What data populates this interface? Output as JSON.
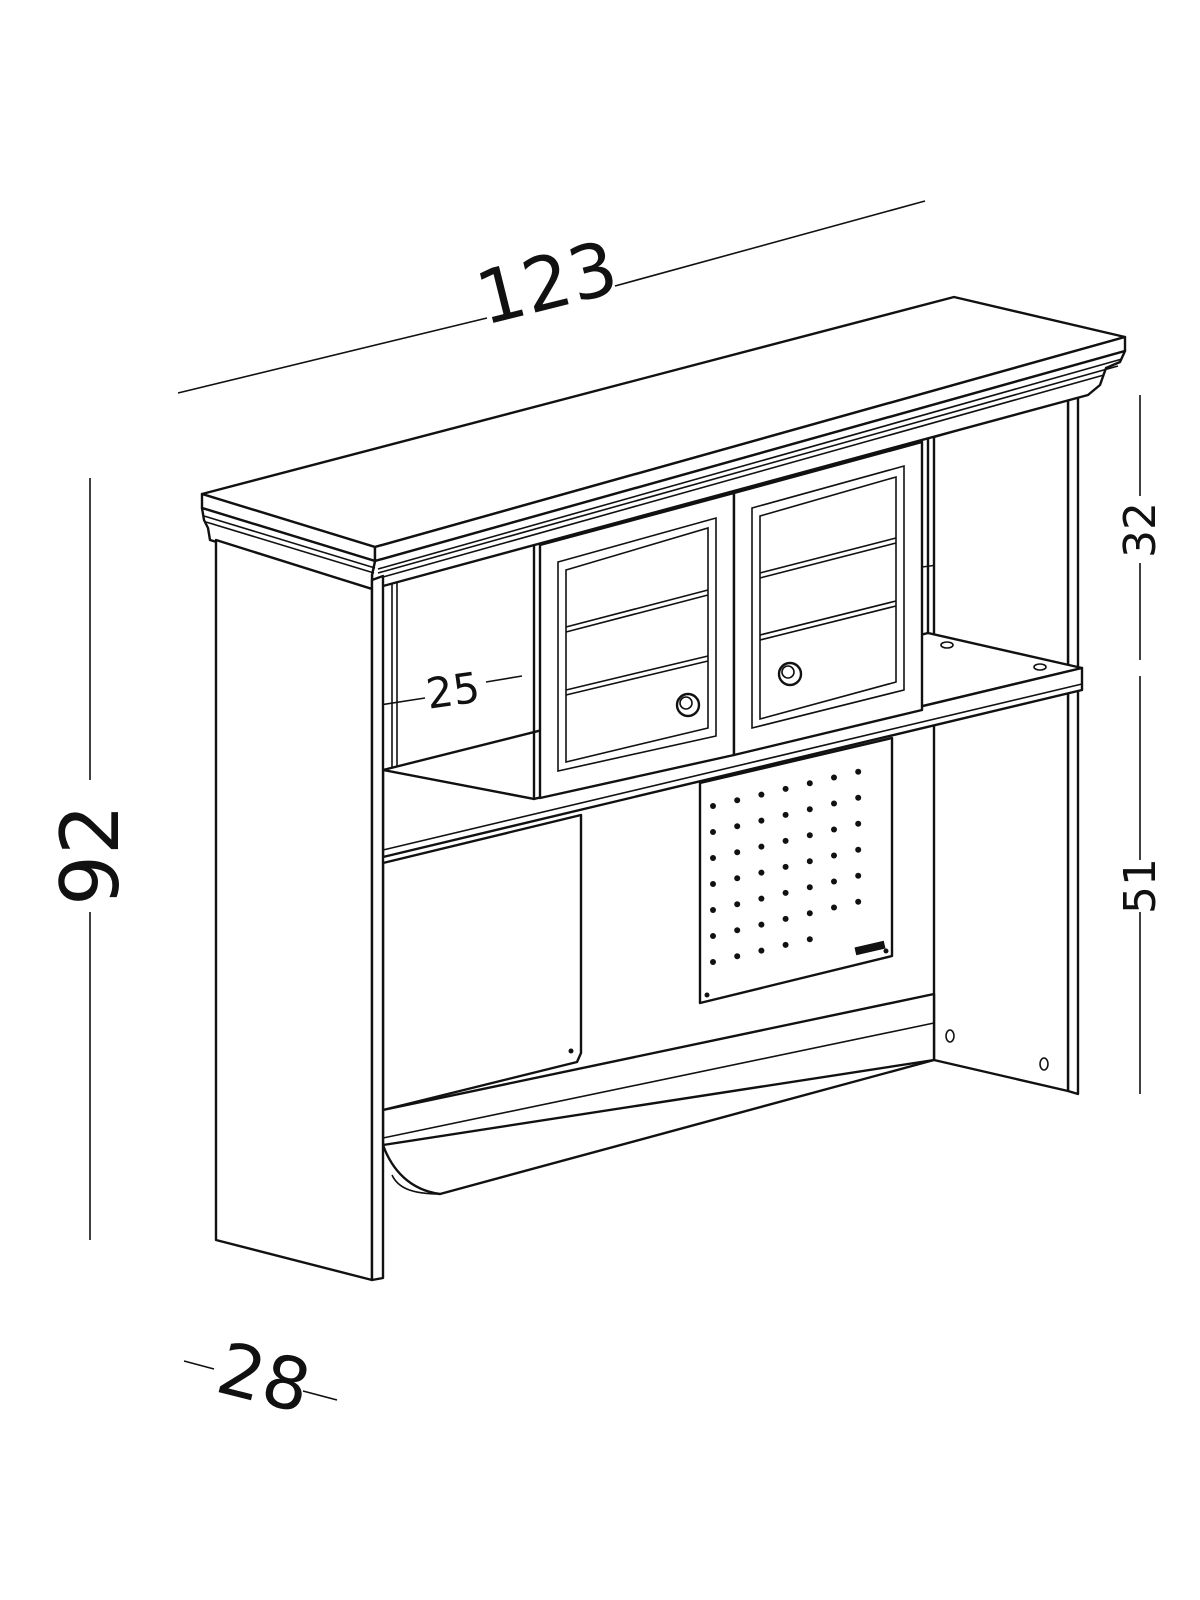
{
  "dimensions": {
    "width": "123",
    "height": "92",
    "depth": "28",
    "upper_height": "32",
    "lower_height": "51",
    "left_opening_depth": "25",
    "right_opening_depth": "25"
  },
  "colors": {
    "line": "#111111",
    "background": "#ffffff"
  }
}
